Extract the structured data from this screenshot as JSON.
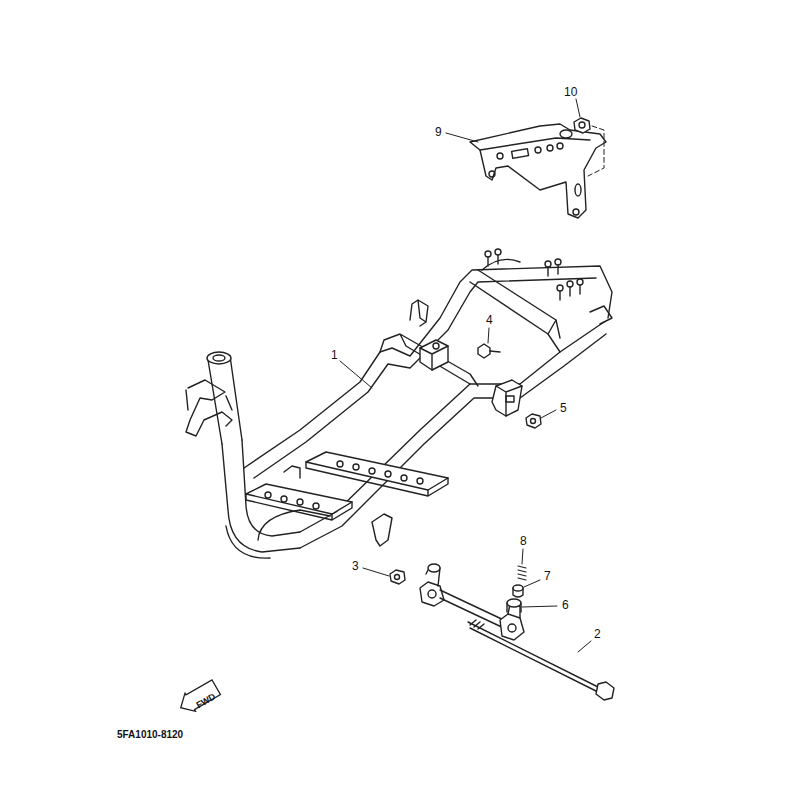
{
  "diagram": {
    "nodes": [
      {
        "text": [
          "FWD"
        ]
      }
    ],
    "labels": [
      "10",
      "9",
      "4",
      "1",
      "5",
      "8",
      "3",
      "7",
      "6",
      "2",
      "5FA1010-8120"
    ]
  }
}
